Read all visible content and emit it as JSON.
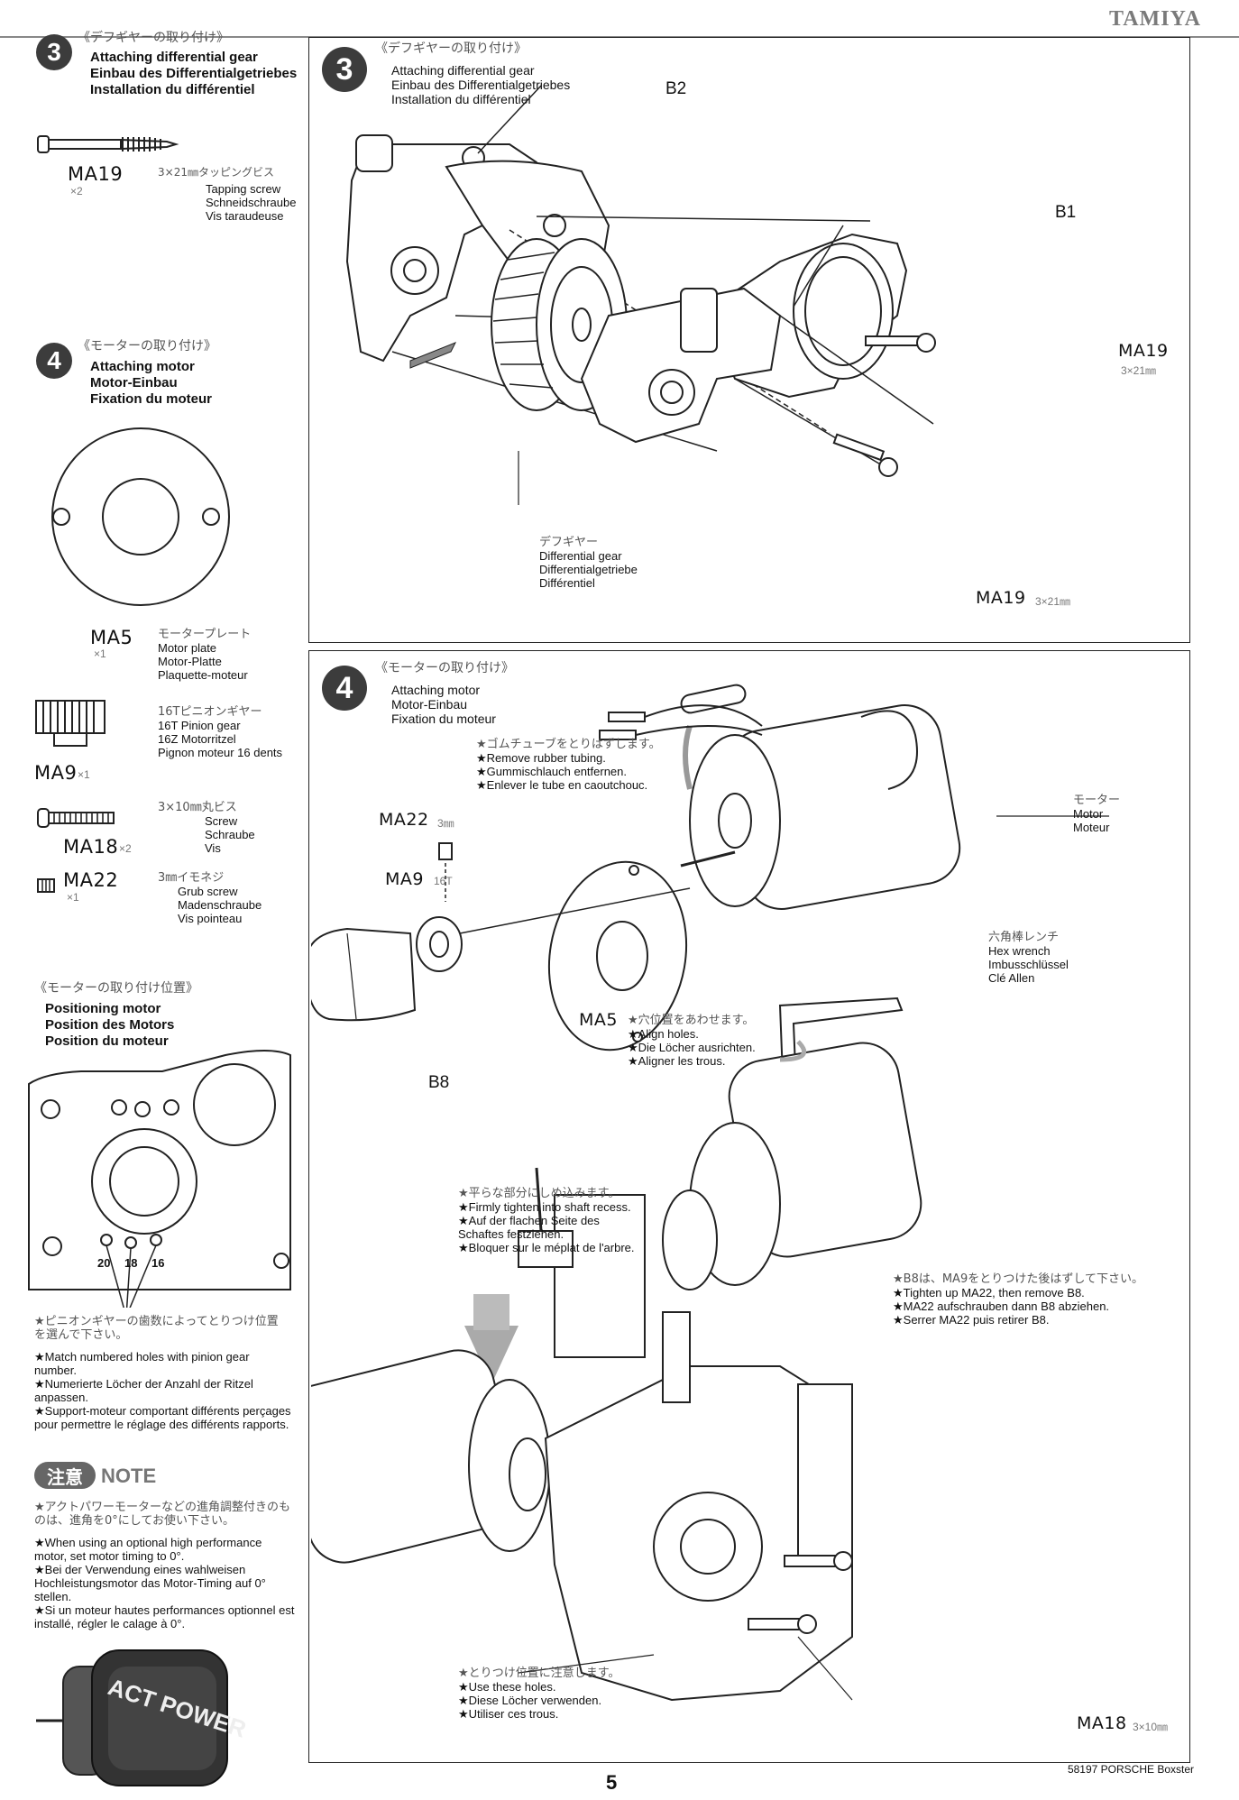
{
  "brand": "TAMIYA",
  "page_number": "5",
  "footer_model": "58197 PORSCHE Boxster",
  "sidebar": {
    "step3": {
      "number": "3",
      "jp": "《デフギヤーの取り付け》",
      "en": "Attaching differential gear",
      "de": "Einbau des Differentialgetriebes",
      "fr": "Installation du différentiel",
      "part": {
        "code": "MA19",
        "qty": "×2",
        "size_jp": "3×21㎜タッピングビス",
        "en": "Tapping screw",
        "de": "Schneidschraube",
        "fr": "Vis taraudeuse"
      }
    },
    "step4": {
      "number": "4",
      "jp": "《モーターの取り付け》",
      "en": "Attaching motor",
      "de": "Motor-Einbau",
      "fr": "Fixation du moteur",
      "parts": [
        {
          "code": "MA5",
          "qty": "×1",
          "jp": "モータープレート",
          "en": "Motor plate",
          "de": "Motor-Platte",
          "fr": "Plaquette-moteur"
        },
        {
          "code": "MA9",
          "qty": "×1",
          "jp": "16Tピニオンギヤー",
          "en": "16T Pinion gear",
          "de": "16Z Motorritzel",
          "fr": "Pignon moteur 16 dents"
        },
        {
          "code": "MA18",
          "qty": "×2",
          "jp": "3×10㎜丸ビス",
          "en": "Screw",
          "de": "Schraube",
          "fr": "Vis"
        },
        {
          "code": "MA22",
          "qty": "×1",
          "jp": "3㎜イモネジ",
          "en": "Grub screw",
          "de": "Madenschraube",
          "fr": "Vis pointeau"
        }
      ]
    },
    "positioning": {
      "jp": "《モーターの取り付け位置》",
      "en": "Positioning motor",
      "de": "Position des Motors",
      "fr": "Position du moteur",
      "hole_labels": [
        "20",
        "18",
        "16"
      ],
      "notes_jp": "★ピニオンギヤーの歯数によってとりつけ位置を選んで下さい。",
      "notes": [
        "★Match numbered holes with pinion gear number.",
        "★Numerierte Löcher der Anzahl der Ritzel anpassen.",
        "★Support-moteur comportant différents perçages pour permettre le réglage des différents rapports."
      ]
    },
    "note": {
      "badge": "注意",
      "title": "NOTE",
      "jp": "★アクトパワーモーターなどの進角調整付きのものは、進角を0°にしてお使い下さい。",
      "lines": [
        "★When using an optional high performance motor, set motor timing to 0°.",
        "★Bei der Verwendung eines wahlweisen Hochleistungsmotor das Motor-Timing auf 0° stellen.",
        "★Si un moteur hautes performances optionnel est installé, régler le calage à 0°."
      ],
      "motor_label": "ACT POWER"
    }
  },
  "panel3": {
    "number": "3",
    "jp": "《デフギヤーの取り付け》",
    "en": "Attaching differential gear",
    "de": "Einbau des Differentialgetriebes",
    "fr": "Installation du différentiel",
    "labels": {
      "b2": "B2",
      "b1": "B1",
      "ma19_top": "MA19",
      "ma19_top_size": "3×21㎜",
      "ma19_bottom": "MA19",
      "ma19_bottom_size": "3×21㎜"
    },
    "diff": {
      "jp": "デフギヤー",
      "en": "Differential gear",
      "de": "Differentialgetriebe",
      "fr": "Différentiel"
    }
  },
  "panel4": {
    "number": "4",
    "jp": "《モーターの取り付け》",
    "en": "Attaching motor",
    "de": "Motor-Einbau",
    "fr": "Fixation du moteur",
    "tube": {
      "jp": "★ゴムチューブをとりはずします。",
      "en": "★Remove rubber tubing.",
      "de": "★Gummischlauch entfernen.",
      "fr": "★Enlever le tube en caoutchouc."
    },
    "motor": {
      "jp": "モーター",
      "en": "Motor",
      "fr": "Moteur"
    },
    "ma22": {
      "code": "MA22",
      "size": "3㎜"
    },
    "ma9": {
      "code": "MA9",
      "size": "16T"
    },
    "ma5": {
      "code": "MA5",
      "jp": "★穴位置をあわせます。",
      "en": "★Align holes.",
      "de": "★Die Löcher ausrichten.",
      "fr": "★Aligner les trous."
    },
    "b8": "B8",
    "hex": {
      "jp": "六角棒レンチ",
      "en": "Hex wrench",
      "de": "Imbusschlüssel",
      "fr": "Clé Allen"
    },
    "flat": {
      "jp": "★平らな部分にしめ込みます。",
      "en": "★Firmly tighten into shaft recess.",
      "de": "★Auf der flachen Seite des Schaftes festziehen.",
      "fr": "★Bloquer sur le méplat de l'arbre."
    },
    "tighten": {
      "jp": "★B8は、MA9をとりつけた後はずして下さい。",
      "en": "★Tighten up MA22, then remove B8.",
      "de": "★MA22 aufschrauben dann B8 abziehen.",
      "fr": "★Serrer MA22 puis retirer B8."
    },
    "holes": {
      "jp": "★とりつけ位置に注意します。",
      "en": "★Use these holes.",
      "de": "★Diese Löcher verwenden.",
      "fr": "★Utiliser ces trous."
    },
    "ma18": {
      "code": "MA18",
      "size": "3×10㎜"
    }
  }
}
